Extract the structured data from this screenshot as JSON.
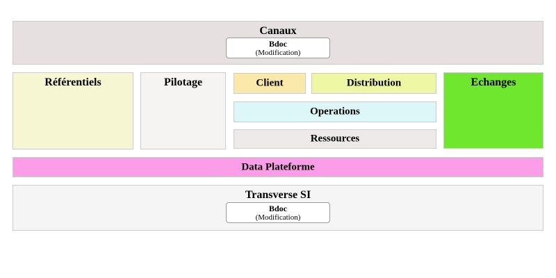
{
  "diagram": {
    "canaux": {
      "title": "Canaux",
      "bdoc": {
        "title": "Bdoc",
        "subtitle": "(Modification)"
      }
    },
    "referentiels": {
      "title": "Référentiels"
    },
    "pilotage": {
      "title": "Pilotage"
    },
    "client": {
      "title": "Client"
    },
    "distribution": {
      "title": "Distribution"
    },
    "operations": {
      "title": "Operations"
    },
    "ressources": {
      "title": "Ressources"
    },
    "echanges": {
      "title": "Echanges"
    },
    "data_plateforme": {
      "title": "Data Plateforme"
    },
    "transverse_si": {
      "title": "Transverse SI",
      "bdoc": {
        "title": "Bdoc",
        "subtitle": "(Modification)"
      }
    }
  },
  "colors": {
    "canaux_bg": "#e7e0e0",
    "referentiels_bg": "#f6f6d2",
    "pilotage_bg": "#f5f4f2",
    "client_bg": "#fbe9ac",
    "distribution_bg": "#eef7a3",
    "operations_bg": "#ddf6f8",
    "ressources_bg": "#eeeaea",
    "echanges_bg": "#6fe72f",
    "data_plateforme_bg": "#fb9ee7",
    "transverse_bg": "#f5f5f5",
    "bdoc_bg": "#ffffff",
    "box_border": "#cccccc",
    "text": "#000000"
  }
}
